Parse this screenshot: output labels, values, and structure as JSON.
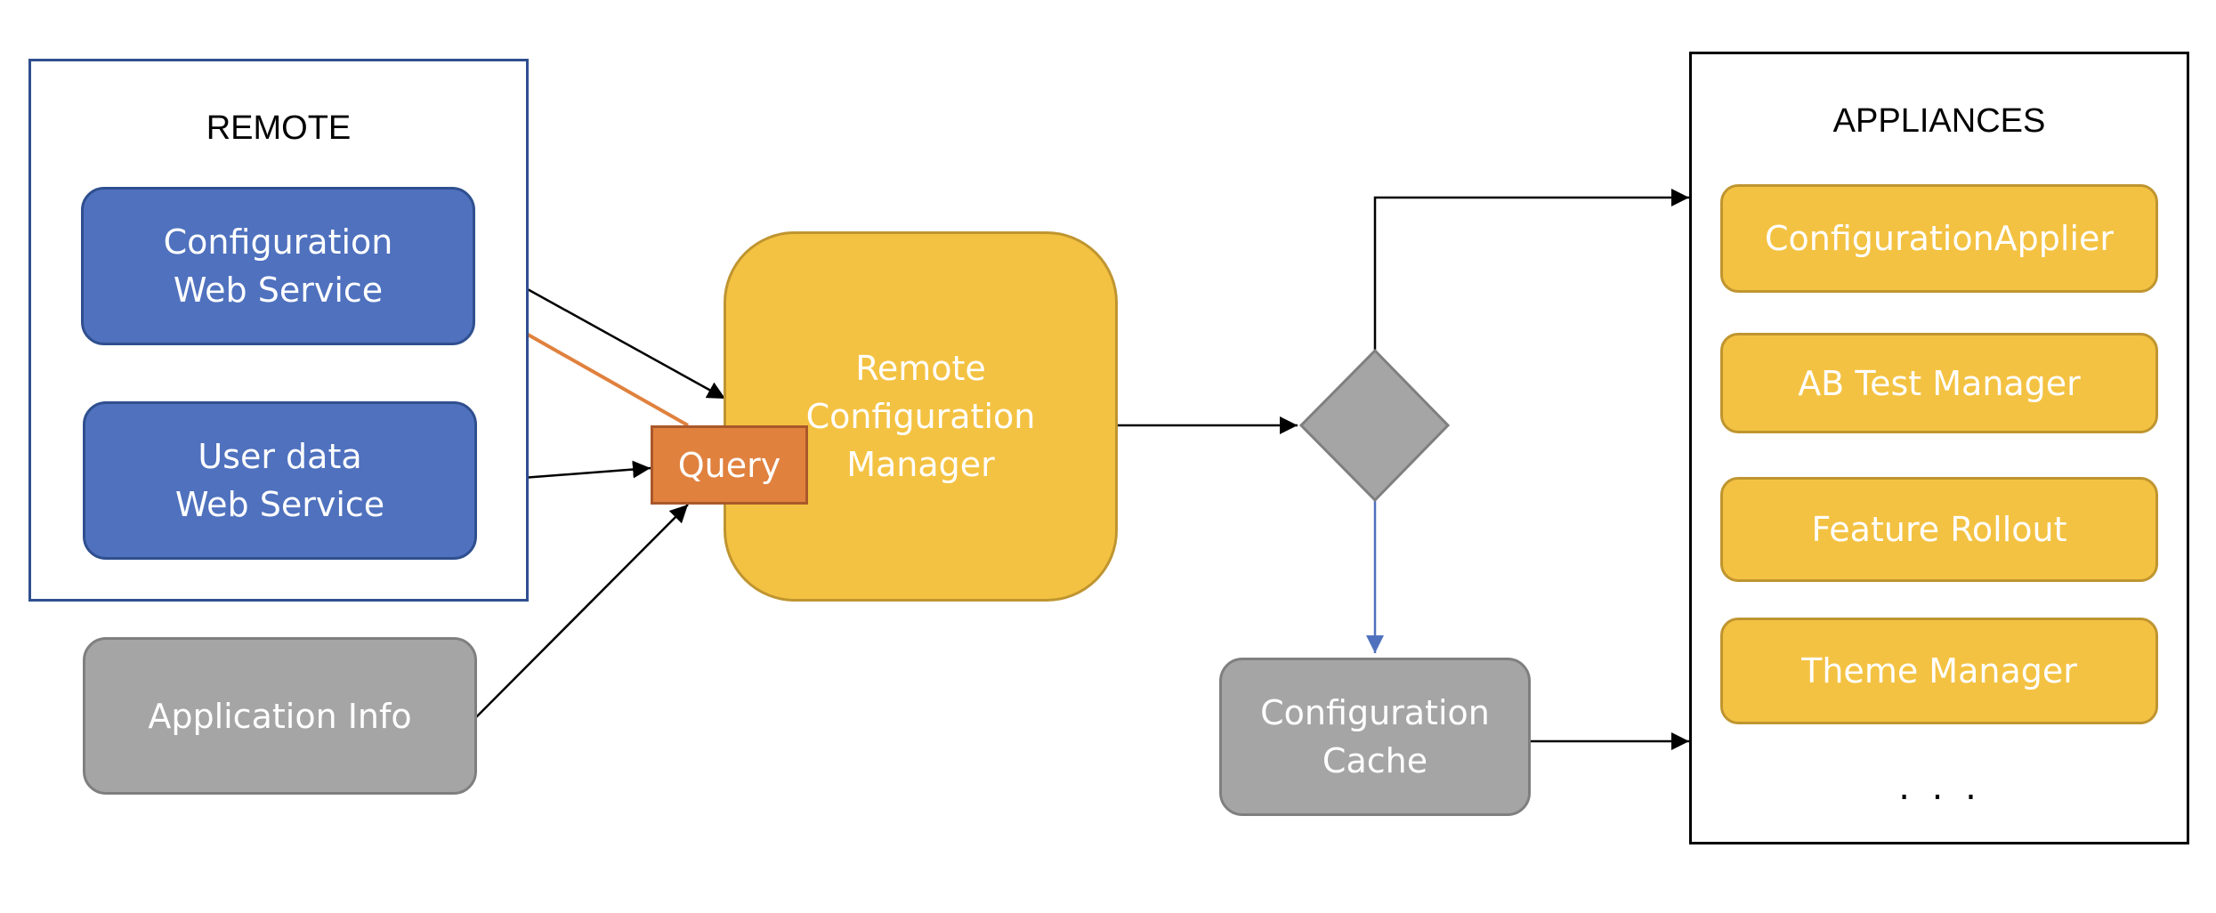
{
  "groups": {
    "remote": {
      "title": "REMOTE",
      "border_color": "#2f4f8f"
    },
    "appliances": {
      "title": "APPLIANCES",
      "border_color": "#000000"
    }
  },
  "nodes": {
    "config_web_service": "Configuration\nWeb Service",
    "user_data_web_service": "User data\nWeb Service",
    "application_info": "Application Info",
    "query": "Query",
    "remote_config_manager": "Remote\nConfiguration\nManager",
    "configuration_cache": "Configuration\nCache"
  },
  "appliances": {
    "items": [
      "ConfigurationApplier",
      "AB Test Manager",
      "Feature Rollout",
      "Theme Manager"
    ],
    "more": ". . ."
  },
  "colors": {
    "blue": "#4f71be",
    "gray": "#a5a5a5",
    "yellow": "#f4c242",
    "orange": "#e0813e",
    "arrow_black": "#000000",
    "arrow_orange": "#e0813e",
    "arrow_blue": "#4f71be"
  }
}
